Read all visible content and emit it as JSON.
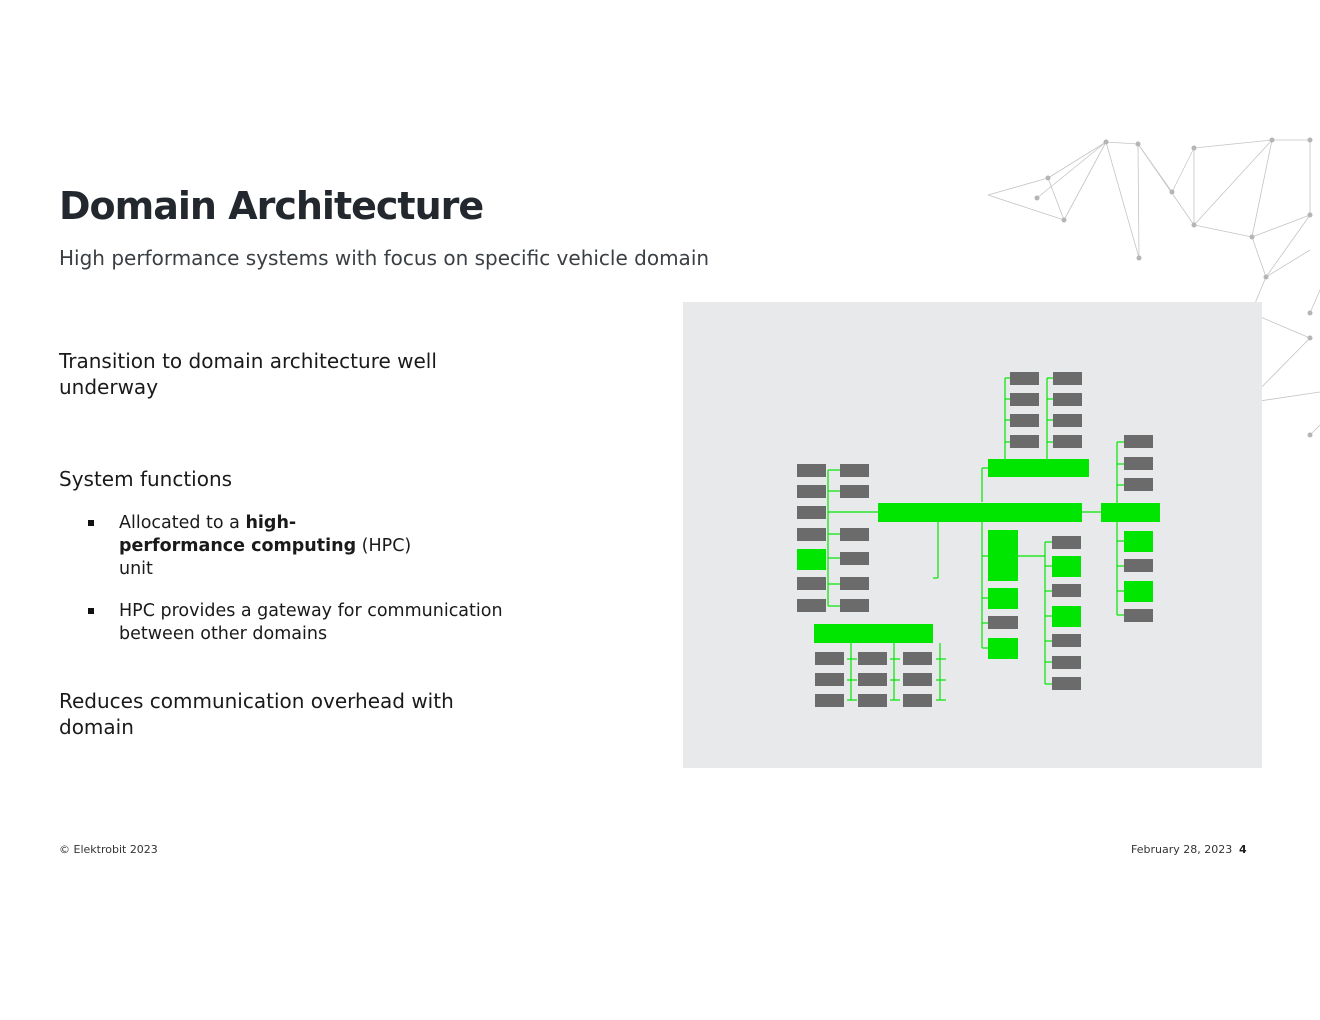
{
  "slide": {
    "title": "Domain Architecture",
    "subtitle": "High performance systems with focus on specific vehicle domain",
    "point1": "Transition to domain architecture well underway",
    "point2": "System functions",
    "bullet1": {
      "pre": "Allocated to a ",
      "bold": "high-performance computing",
      "post": " (HPC) unit"
    },
    "bullet2": "HPC provides a gateway for communication between other domains",
    "point3": "Reduces communication overhead with domain"
  },
  "footer": {
    "copyright": "© Elektrobit 2023",
    "date": "February 28, 2023",
    "page": "4"
  },
  "colors": {
    "accent_green": "#00e600",
    "box_gray": "#6b6b6b",
    "diagram_bg": "#e8e9eb",
    "title": "#23282e"
  }
}
